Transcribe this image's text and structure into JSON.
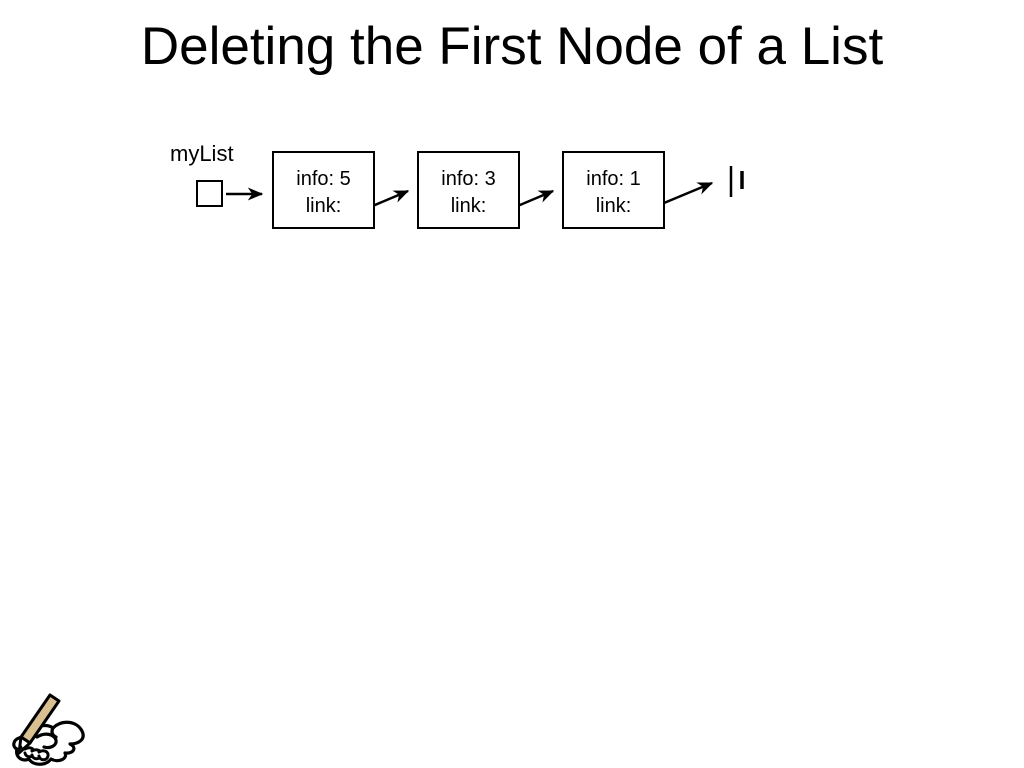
{
  "slide": {
    "title": "Deleting the First Node of a List"
  },
  "diagram": {
    "pointer_label": "myList",
    "nodes": [
      {
        "info": "info: 5",
        "link": "link:"
      },
      {
        "info": "info: 3",
        "link": "link:"
      },
      {
        "info": "info: 1",
        "link": "link:"
      }
    ],
    "null_marker_meaning": "end-of-list"
  },
  "colors": {
    "background": "#ffffff",
    "ink": "#000000",
    "pencil_body": "#d9c091"
  },
  "icons": {
    "footer_logo": "writing-hand-logo"
  }
}
